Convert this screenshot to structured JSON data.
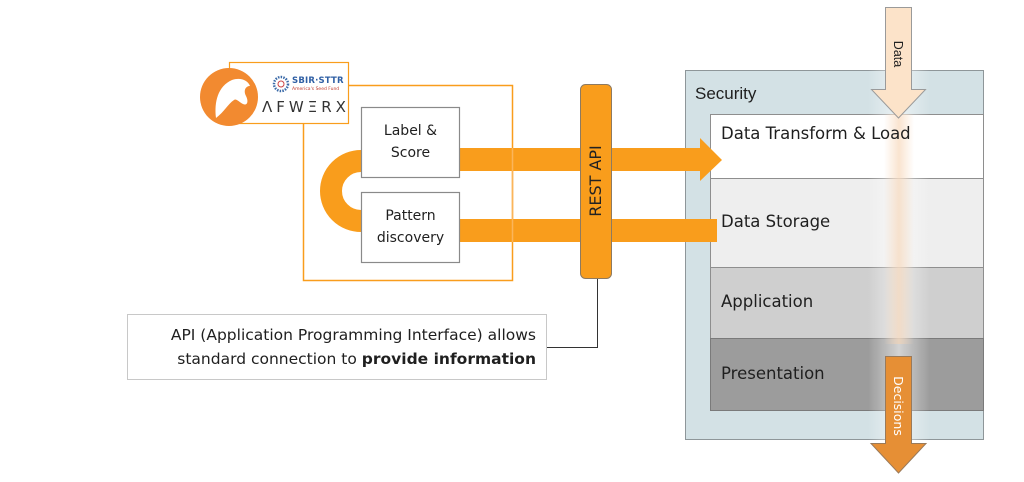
{
  "logo": {
    "badge_icon": "afwerx-eagle-icon",
    "sbir_title": "SBIR·STTR",
    "sbir_subtitle": "America's Seed Fund",
    "brand": "ΛFWΞRX"
  },
  "modules": {
    "label_score": {
      "line1": "Label &",
      "line2": "Score"
    },
    "pattern_discovery": {
      "line1": "Pattern",
      "line2": "discovery"
    }
  },
  "rest_api": {
    "label": "REST API"
  },
  "callout": {
    "line1": "API (Application Programming Interface) allows",
    "line2_prefix": "standard connection to ",
    "line2_bold": "provide information"
  },
  "security": {
    "title": "Security",
    "layers": [
      {
        "label": "Data Transform & Load",
        "color": "#ffffff"
      },
      {
        "label": "Data Storage",
        "color": "#eeeeee"
      },
      {
        "label": "Application",
        "color": "#cfcfcf"
      },
      {
        "label": "Presentation",
        "color": "#9c9c9c"
      }
    ]
  },
  "arrows": {
    "data_in": "Data",
    "decisions_out": "Decisions"
  },
  "colors": {
    "accent_orange": "#f99d1c",
    "security_bg": "#d3e1e5",
    "data_arrow": "#fce3c9",
    "decisions_arrow": "#e68f35"
  }
}
